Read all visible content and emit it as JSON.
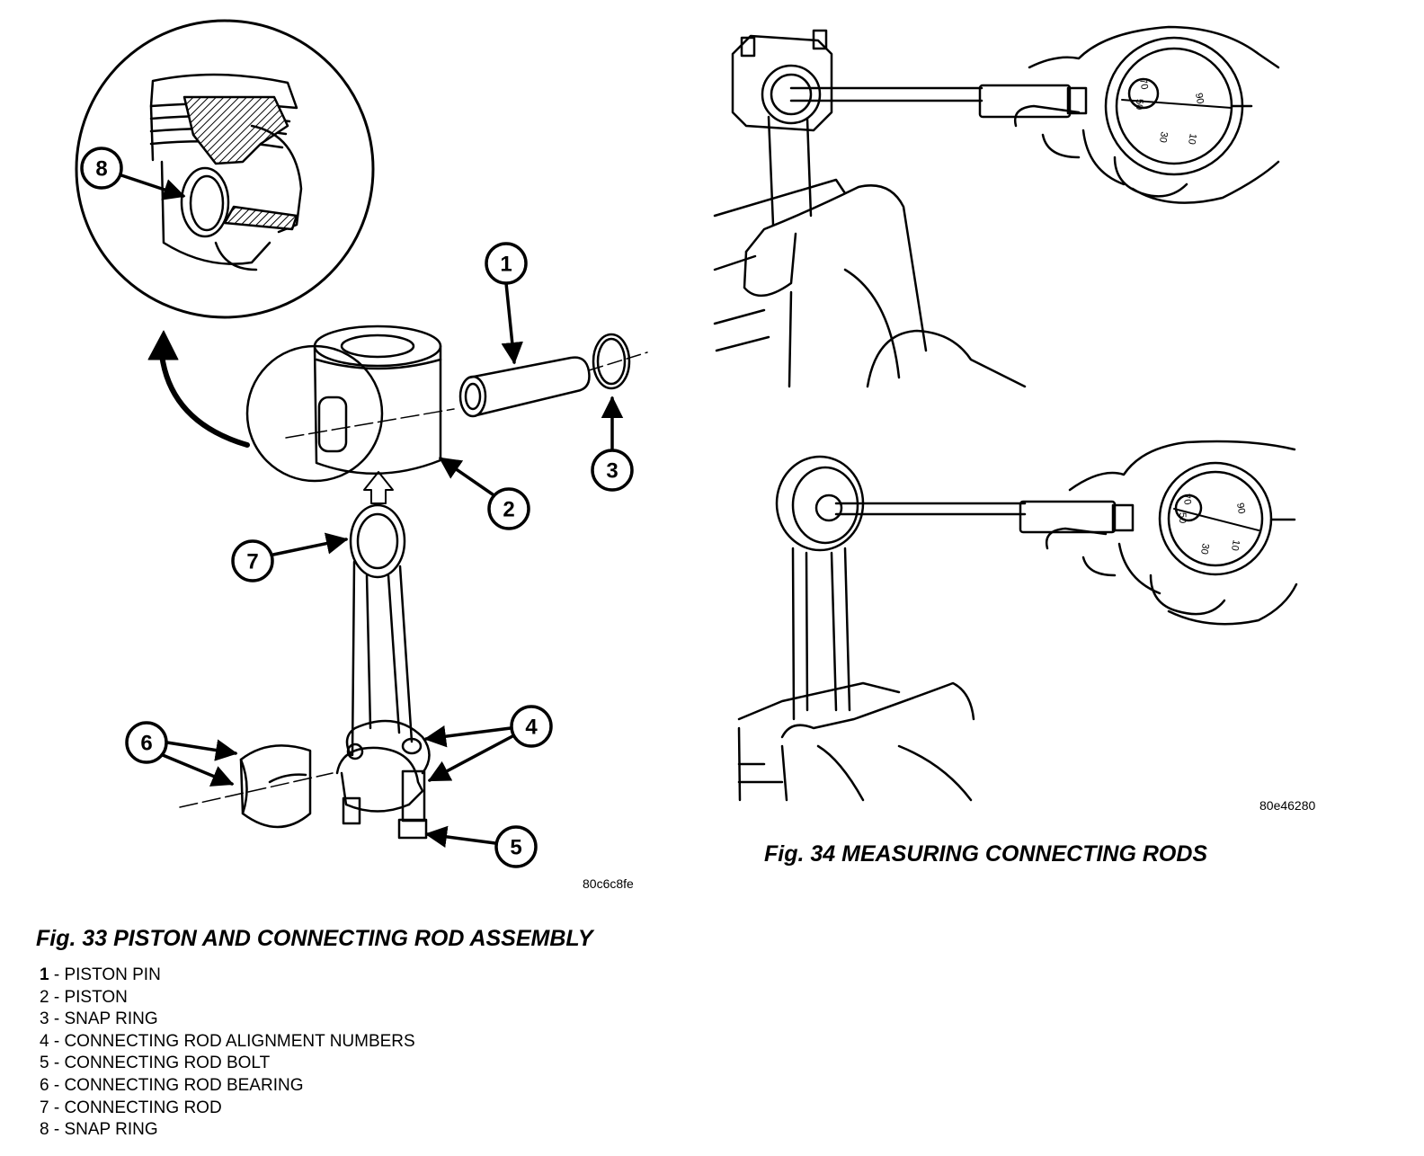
{
  "fig33": {
    "caption": "Fig. 33 PISTON AND CONNECTING ROD ASSEMBLY",
    "code": "80c6c8fe",
    "callouts": [
      "1",
      "2",
      "3",
      "4",
      "5",
      "6",
      "7",
      "8"
    ],
    "legend": [
      {
        "num": "1",
        "text": " - PISTON PIN"
      },
      {
        "num": "2",
        "text": " - PISTON"
      },
      {
        "num": "3",
        "text": " - SNAP RING"
      },
      {
        "num": "4",
        "text": " - CONNECTING ROD ALIGNMENT NUMBERS"
      },
      {
        "num": "5",
        "text": " - CONNECTING ROD BOLT"
      },
      {
        "num": "6",
        "text": " - CONNECTING ROD BEARING"
      },
      {
        "num": "7",
        "text": " - CONNECTING ROD"
      },
      {
        "num": "8",
        "text": " - SNAP RING"
      }
    ]
  },
  "fig34": {
    "caption": "Fig. 34 MEASURING CONNECTING RODS",
    "code": "80e46280",
    "dial_marks": [
      "90",
      "10",
      "30",
      "70",
      "50"
    ]
  }
}
